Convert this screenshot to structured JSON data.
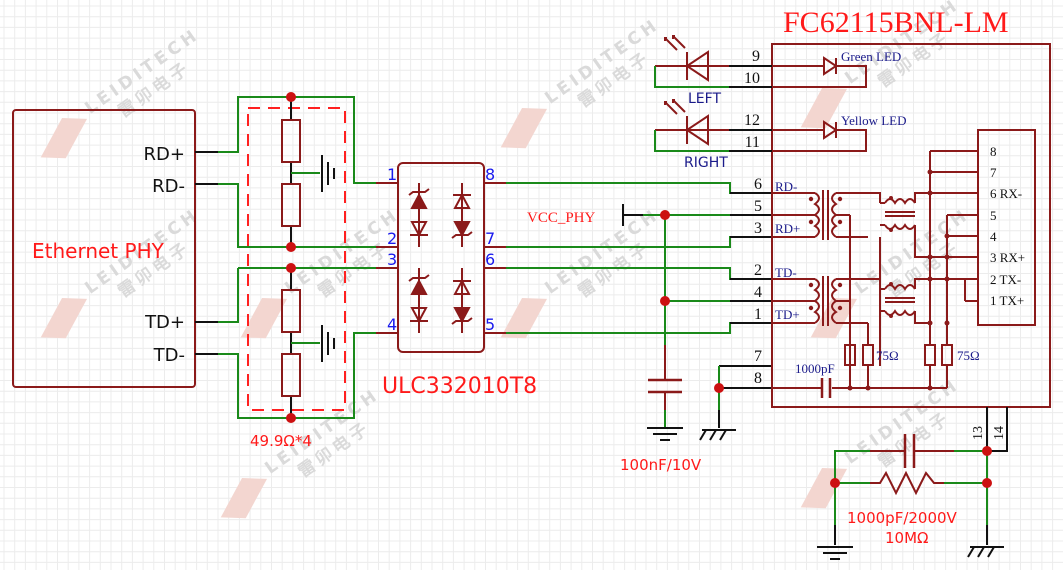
{
  "colors": {
    "wire_green": "#1a8a1a",
    "wire_black": "#111111",
    "component": "#8b1a1a",
    "label_red": "#ff1a1a",
    "pin_blue": "#1a1aee",
    "label_navy": "#1a1a8a",
    "junction": "#cc1111"
  },
  "phy": {
    "title": "Ethernet PHY",
    "pins": [
      "RD+",
      "RD-",
      "TD+",
      "TD-"
    ]
  },
  "termination": {
    "label": "49.9Ω*4"
  },
  "esd": {
    "part": "ULC332010T8",
    "pins": [
      "1",
      "2",
      "3",
      "4",
      "5",
      "6",
      "7",
      "8"
    ]
  },
  "vcc": {
    "label": "VCC_PHY",
    "cap_label": "100nF/10V"
  },
  "connector": {
    "part": "FC62115BNL-LM",
    "led_pins": [
      "9",
      "10",
      "12",
      "11"
    ],
    "led_labels": [
      "Green LED",
      "Yellow LED"
    ],
    "led_names": [
      "LEFT",
      "RIGHT"
    ],
    "pins_left": [
      "6",
      "5",
      "3",
      "2",
      "4",
      "1",
      "7",
      "8"
    ],
    "signal_labels": [
      "RD-",
      "RD+",
      "TD-",
      "TD+"
    ],
    "rj45_pins": [
      "8",
      "7",
      "6 RX-",
      "5",
      "4",
      "3 RX+",
      "2 TX-",
      "1 TX+"
    ],
    "r75_label": "75Ω",
    "cap_label": "1000pF",
    "shield_pins": [
      "13",
      "14"
    ]
  },
  "shield": {
    "cap_label": "1000pF/2000V",
    "res_label": "10MΩ"
  },
  "watermark": {
    "brand": "LEIDITECH",
    "cn": "雷卯电子"
  }
}
